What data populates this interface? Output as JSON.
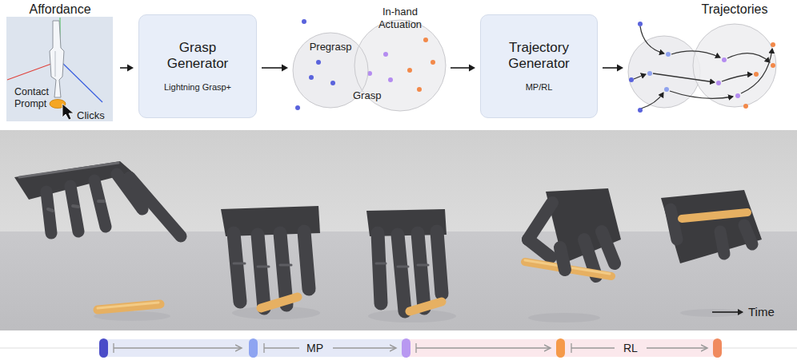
{
  "diagram": {
    "nodes": [
      {
        "text": [
          "Affordance",
          "Contact Prompt",
          "Clicks"
        ]
      },
      {
        "text": [
          "Grasp Generator",
          "Lightning Grasp+"
        ]
      },
      {
        "text": [
          "Pregrasp"
        ]
      },
      {
        "text": [
          "In-hand Actuation"
        ]
      },
      {
        "text": [
          "Trajectory Generator",
          "MP/RL"
        ]
      },
      {
        "text": [
          "Trajectories"
        ]
      }
    ],
    "edges": [
      {
        "from": 0,
        "to": 1,
        "arrow": "to"
      },
      {
        "from": 1,
        "to": 2,
        "arrow": "to"
      },
      {
        "from": 3,
        "to": 4,
        "arrow": "to"
      },
      {
        "from": 4,
        "to": 5,
        "arrow": "to"
      }
    ],
    "labels": [
      "Grasp",
      "Time",
      "MP",
      "RL"
    ]
  }
}
